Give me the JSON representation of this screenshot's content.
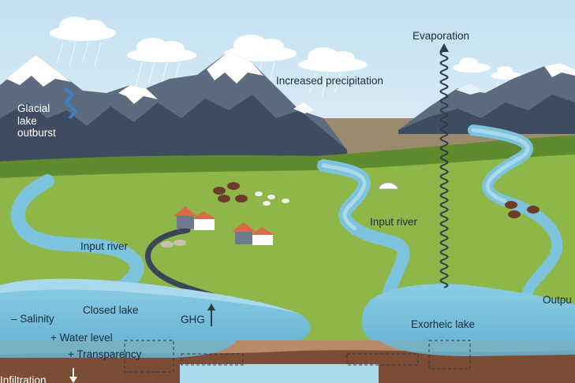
{
  "labels": {
    "evaporation": "Evaporation",
    "increased_precipitation": "Increased precipitation",
    "glacial_lake_outburst": "Glacial\nlake\noutburst",
    "input_river_left": "Input river",
    "input_river_right": "Input river",
    "closed_lake": "Closed lake",
    "exorheic_lake": "Exorheic lake",
    "output": "Outpu",
    "salinity": "– Salinity",
    "water_level": "+ Water level",
    "transparency": "+ Transparency",
    "ghg": "GHG",
    "infiltration": "Infiltration"
  },
  "colors": {
    "sky": "#cfe6f3",
    "mountain": "#5d6b80",
    "mountain_dark": "#3f4c60",
    "snow": "#ffffff",
    "grass": "#8fb649",
    "grass_dark": "#6f9a38",
    "water": "#7cc3de",
    "water_light": "#a9d9ea",
    "soil": "#b98a6a",
    "soil_dark": "#7a4d34",
    "arrow": "#2f3b4a"
  },
  "icons": [
    "cloud-icon",
    "rain-icon",
    "house-icon",
    "yak-icon",
    "sheep-icon",
    "tent-icon",
    "horse-icon",
    "evaporation-arrow-icon",
    "up-arrow-icon",
    "down-arrow-icon"
  ]
}
